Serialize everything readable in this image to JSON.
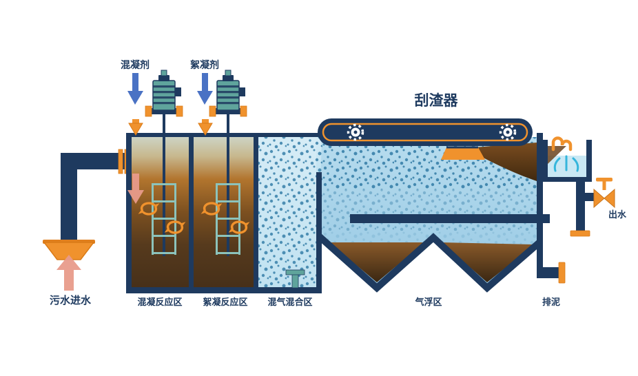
{
  "diagram": {
    "labels": {
      "coagulant": "混凝剂",
      "flocculant": "絮凝剂",
      "scraper": "刮渣器",
      "inflow": "污水进水",
      "zone1": "混凝反应区",
      "zone2": "絮凝反应区",
      "zone3": "混气混合区",
      "zone4": "气浮区",
      "sludge_out": "排泥",
      "water_out": "出水"
    },
    "colors": {
      "navy": "#1e3a5f",
      "orange": "#f0922d",
      "orange_dark": "#d97a16",
      "teal_motor": "#5fa49c",
      "paddle_teal": "#8cc3bb",
      "water_mixing": "#c9e6f4",
      "water_flotation": "#a7d2e9",
      "bubble_blue": "#3f85ad",
      "sludge_brown": "#4a3018",
      "scum_brown": "#6b431d",
      "arrow_blue": "#4a72c4",
      "arrow_salmon": "#e89b8b",
      "splash_cyan": "#35b6dc"
    }
  }
}
